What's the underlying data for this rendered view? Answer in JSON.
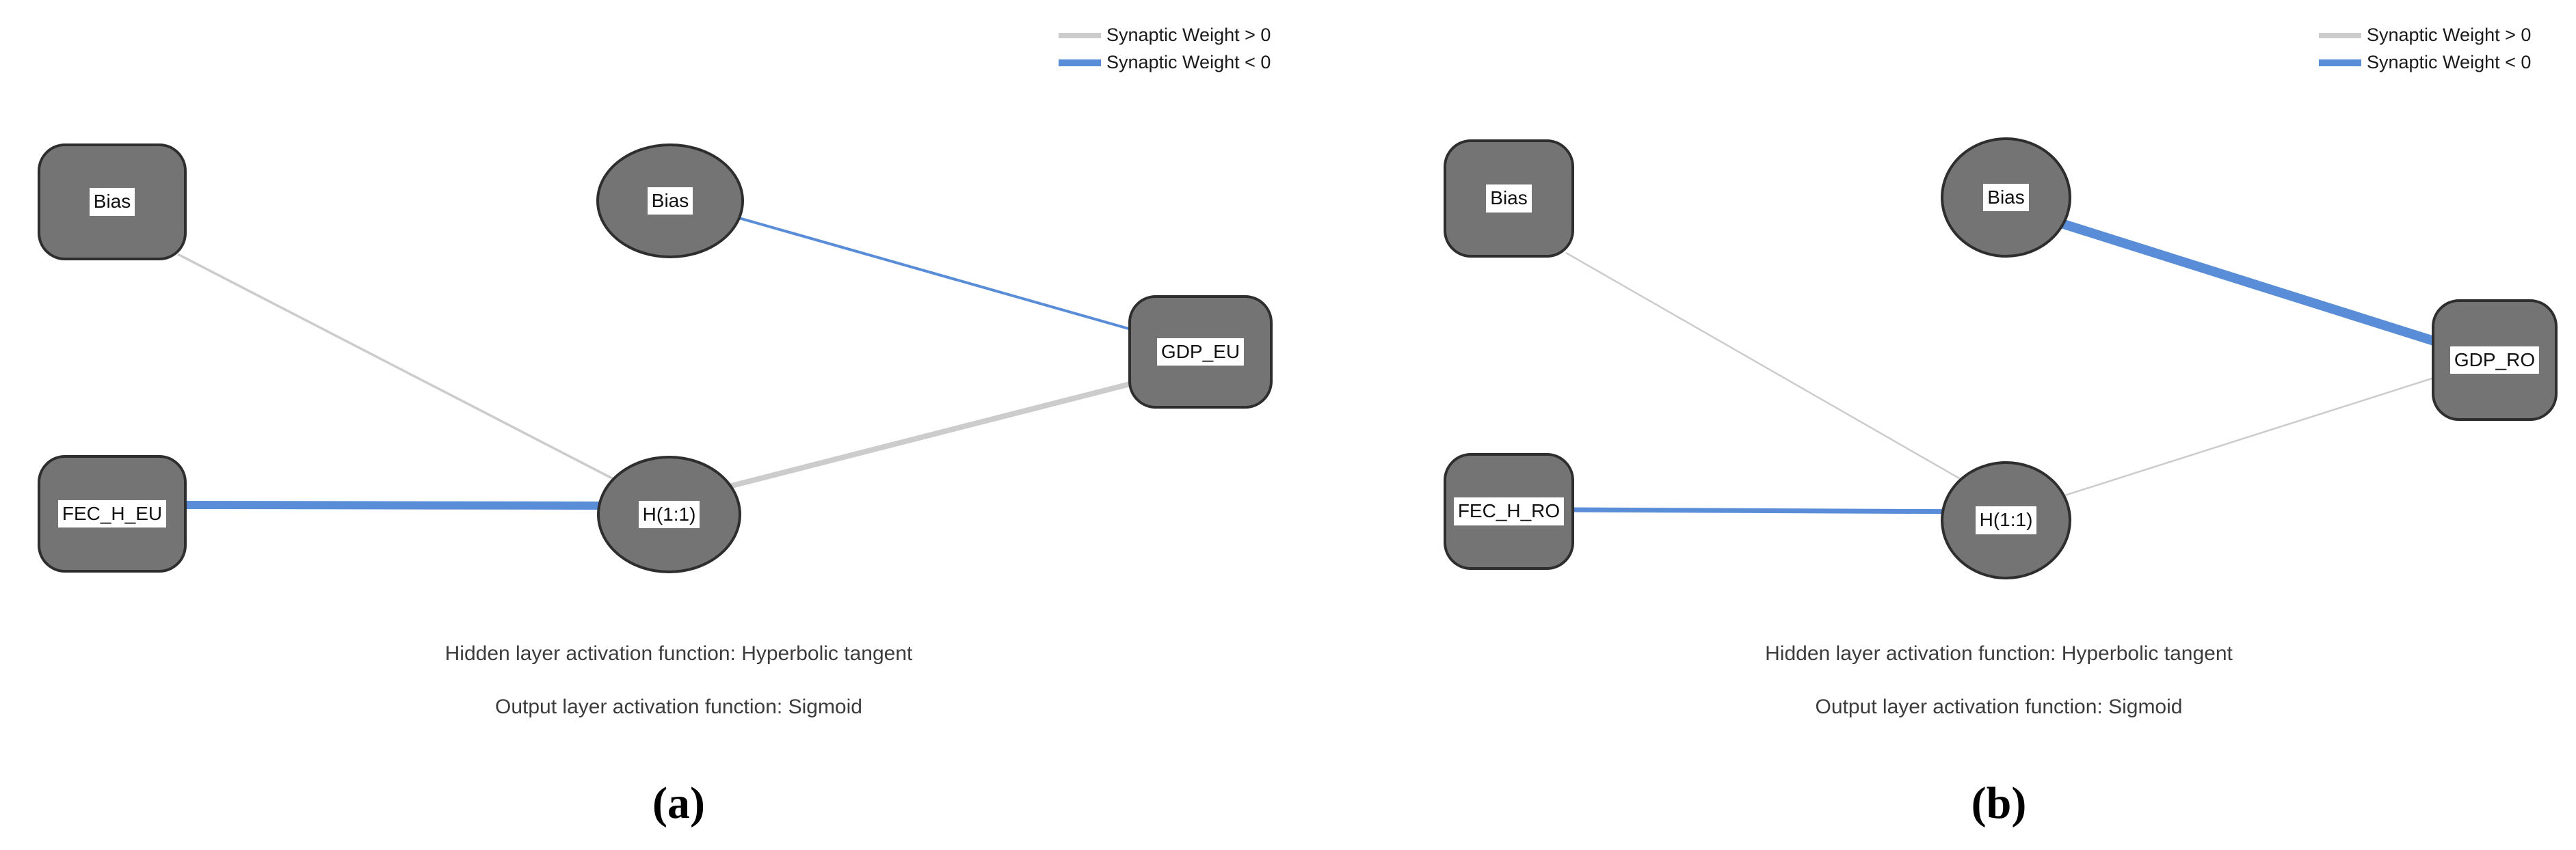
{
  "figure": {
    "type": "neural-network-architecture-diagram",
    "node_fill_color": "#747474",
    "node_border_color": "#2e2e2e",
    "background_color": "#ffffff"
  },
  "legend": {
    "items": [
      {
        "label": "Synaptic Weight > 0",
        "color": "#cccccc"
      },
      {
        "label": "Synaptic Weight < 0",
        "color": "#5a8dd8"
      }
    ]
  },
  "panels": [
    {
      "caption": "(a)",
      "nodes": {
        "bias_input": "Bias",
        "bias_hidden": "Bias",
        "input": "FEC_H_EU",
        "hidden": "H(1:1)",
        "output": "GDP_EU"
      },
      "footnote_hidden": "Hidden layer activation function: Hyperbolic tangent",
      "footnote_output": "Output layer activation function: Sigmoid",
      "connections": [
        {
          "from": "Bias",
          "to": "H(1:1)",
          "weight_sign": "positive",
          "thickness": "thin"
        },
        {
          "from": "FEC_H_EU",
          "to": "H(1:1)",
          "weight_sign": "negative",
          "thickness": "thick"
        },
        {
          "from": "Bias",
          "to": "GDP_EU",
          "weight_sign": "negative",
          "thickness": "thin"
        },
        {
          "from": "H(1:1)",
          "to": "GDP_EU",
          "weight_sign": "positive",
          "thickness": "medium"
        }
      ]
    },
    {
      "caption": "(b)",
      "nodes": {
        "bias_input": "Bias",
        "bias_hidden": "Bias",
        "input": "FEC_H_RO",
        "hidden": "H(1:1)",
        "output": "GDP_RO"
      },
      "footnote_hidden": "Hidden layer activation function: Hyperbolic tangent",
      "footnote_output": "Output layer activation function: Sigmoid",
      "connections": [
        {
          "from": "Bias",
          "to": "H(1:1)",
          "weight_sign": "positive",
          "thickness": "thin"
        },
        {
          "from": "FEC_H_RO",
          "to": "H(1:1)",
          "weight_sign": "negative",
          "thickness": "medium"
        },
        {
          "from": "Bias",
          "to": "GDP_RO",
          "weight_sign": "negative",
          "thickness": "very-thick"
        },
        {
          "from": "H(1:1)",
          "to": "GDP_RO",
          "weight_sign": "positive",
          "thickness": "thin"
        }
      ]
    }
  ]
}
